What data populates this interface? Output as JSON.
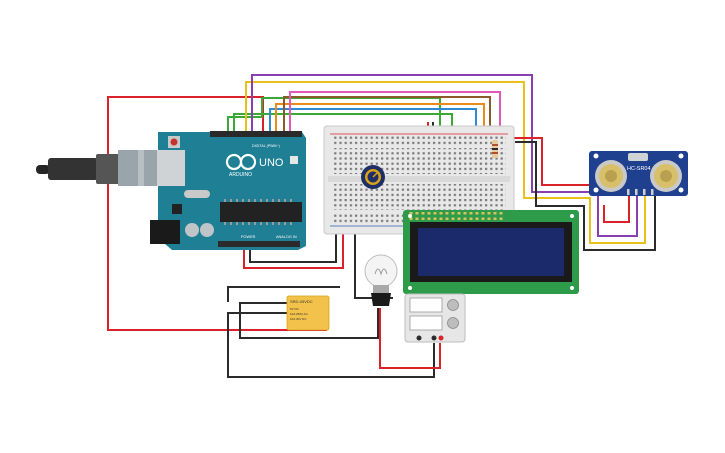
{
  "arduino": {
    "brand": "ARDUINO",
    "model": "UNO",
    "digital_label": "DIGITAL (PWM~)",
    "power_label": "POWER",
    "analog_label": "ANALOG IN"
  },
  "ultrasonic": {
    "label": "HC-SR04"
  },
  "relay": {
    "title": "SRD-05VDC",
    "lines": [
      "5V DC",
      "10A 250V AC",
      "10A 30V DC"
    ]
  },
  "colors": {
    "red": "#d9222a",
    "black": "#2b2b2b",
    "green": "#3aa935",
    "yellow": "#e8c21a",
    "purple": "#8a3fb0",
    "blue": "#2f8bd6",
    "orange": "#e98a1c",
    "brown": "#8b5a2b",
    "pink": "#e25ab8",
    "cyan": "#22b8c9",
    "arduino_teal": "#1e7f95",
    "lcd_green": "#2e9b4a",
    "lcd_screen": "#1b2a6b",
    "sensor_blue": "#1f3f8f",
    "relay_yellow": "#f2c24a"
  }
}
